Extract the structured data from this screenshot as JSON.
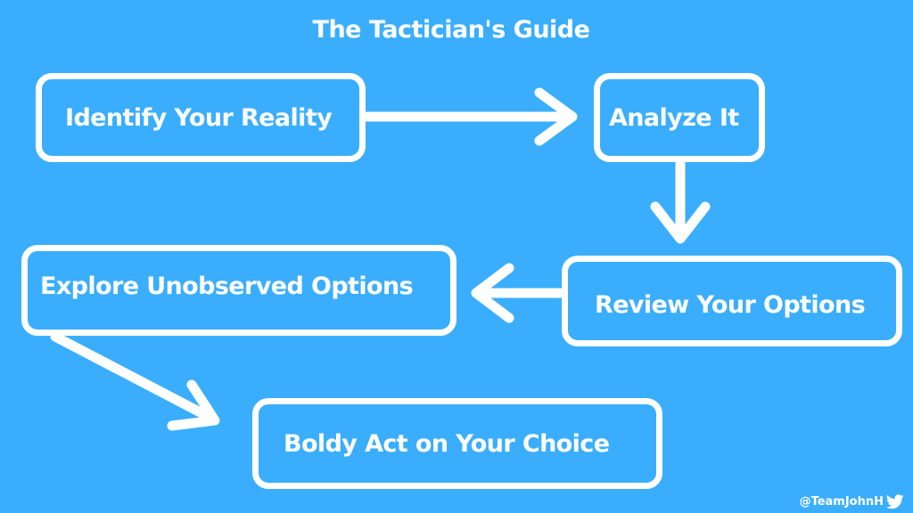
{
  "title": "The Tactician's Guide",
  "steps": [
    {
      "label": "Identify Your Reality"
    },
    {
      "label": "Analyze It"
    },
    {
      "label": "Review Your Options"
    },
    {
      "label": "Explore Unobserved Options"
    },
    {
      "label": "Boldy Act on Your Choice"
    }
  ],
  "footer": {
    "handle": "@TeamJohnH",
    "icon": "twitter-bird-icon"
  },
  "colors": {
    "background": "#3aaefc",
    "foreground": "#ffffff"
  }
}
